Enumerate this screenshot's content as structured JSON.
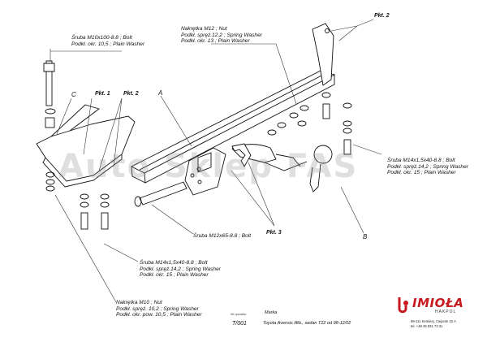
{
  "watermark": "Auto Sklep FAS",
  "letters": {
    "a": "A",
    "b": "B",
    "c": "C"
  },
  "pkt": {
    "p1": "Pkt. 1",
    "p2_left": "Pkt. 2",
    "p2_top": "Pkt. 2",
    "p3": "Pkt. 3"
  },
  "callouts": {
    "top_left": [
      "Śruba M10x100-8.8 ; Bolt",
      "Podkł. okr. 10,5 ; Plain Washer"
    ],
    "top_center": [
      "Nakrętka M12 ; Nut",
      "Podkł. spręż.12,2 ; Spring Washer",
      "Podkł. okr. 13 ; Plain Washer"
    ],
    "right": [
      "Śruba M14x1,5x40-8.8 ; Bolt",
      "Podkł. spręż.14,2 ; Spring Washer",
      "Podkł. okr. 15 ; Plain Washer"
    ],
    "mid_bolt": [
      "Śruba M12x65-8.8 ; Bolt"
    ],
    "mid_left": [
      "Śruba M14x1,5x40-8.8 ; Bolt",
      "Podkł. spręż.14,2 ; Spring Washer",
      "Podkł. okr. 15 ; Plain Washer"
    ],
    "bottom_left": [
      "Nakrętka M10 ; Nut",
      "Podkł. spręż. 10,2 ; Spring Washer",
      "Podkł. okr. pow. 10,5 ; Plain Washer"
    ]
  },
  "title_block": {
    "drawing_no_label": "Nr rysunku",
    "make_label": "Marka",
    "drawing_no": "T/001",
    "description": "Toyota Avensis liftb., sedan T22   od 98-12/02"
  },
  "company": {
    "logo": "IMIOŁA",
    "sublabel": "HAKPOL",
    "address_1": "99-111 Kemiery, Ciejuntn 22 A",
    "address_2": "tel. +48 46 831 73 31"
  },
  "colors": {
    "logo_red": "#c8191f",
    "line": "#111111",
    "leader": "#333333"
  }
}
